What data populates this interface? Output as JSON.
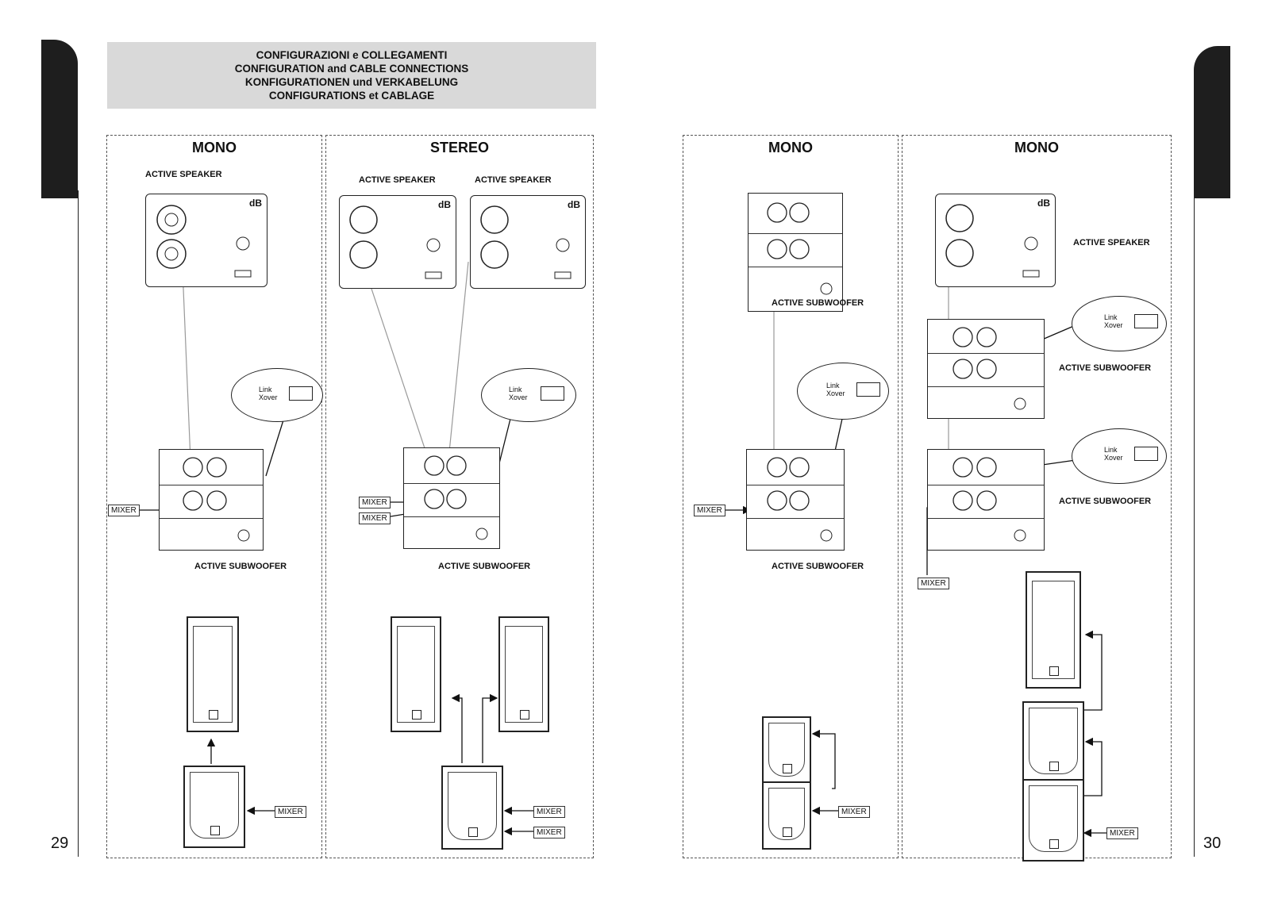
{
  "header": {
    "lines": [
      "CONFIGURAZIONI e COLLEGAMENTI",
      "CONFIGURATION and CABLE CONNECTIONS",
      "KONFIGURATIONEN und VERKABELUNG",
      "CONFIGURATIONS et CABLAGE"
    ]
  },
  "pages": {
    "left": "29",
    "right": "30"
  },
  "panels": [
    {
      "title": "MONO",
      "speaker_labels": [
        "ACTIVE SPEAKER"
      ],
      "sub_label": "ACTIVE SUBWOOFER",
      "mixer_labels": [
        "MIXER",
        "MIXER"
      ]
    },
    {
      "title": "STEREO",
      "speaker_labels": [
        "ACTIVE SPEAKER",
        "ACTIVE SPEAKER"
      ],
      "sub_label": "ACTIVE SUBWOOFER",
      "mixer_labels": [
        "MIXER",
        "MIXER",
        "MIXER",
        "MIXER"
      ]
    },
    {
      "title": "MONO",
      "sub_labels": [
        "ACTIVE SUBWOOFER",
        "ACTIVE SUBWOOFER"
      ],
      "mixer_labels": [
        "MIXER",
        "MIXER"
      ]
    },
    {
      "title": "MONO",
      "speaker_labels": [
        "ACTIVE SPEAKER"
      ],
      "sub_labels": [
        "ACTIVE SUBWOOFER",
        "ACTIVE SUBWOOFER"
      ],
      "mixer_labels": [
        "MIXER",
        "MIXER"
      ]
    }
  ],
  "switch": {
    "link": "Link",
    "xover": "Xover"
  },
  "speaker_logo": "dB"
}
